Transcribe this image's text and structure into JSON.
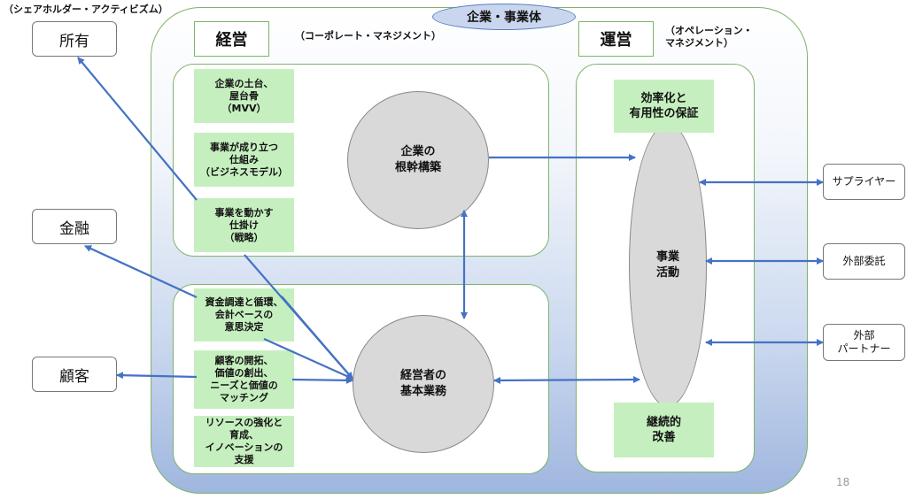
{
  "top_left_label": "（シェアホルダー・アクティビズム）",
  "enterprise_label": "企業・事業体",
  "management": {
    "header": "経営",
    "subtitle": "（コーポレート・マネジメント）",
    "boxes": [
      "企業の土台、\n屋台骨\n（MVV）",
      "事業が成り立つ\n仕組み\n（ビジネスモデル）",
      "事業を動かす\n仕掛け\n（戦略）",
      "資金調達と循環、\n会計ベースの\n意思決定",
      "顧客の開拓、\n価値の創出、\nニーズと価値の\nマッチング",
      "リソースの強化と\n育成、\nイノベーションの\n支援"
    ],
    "circle_top": "企業の\n根幹構築",
    "circle_bottom": "経営者の\n基本業務"
  },
  "operations": {
    "header": "運営",
    "subtitle": "（オペレーション・\nマネジメント）",
    "box_top": "効率化と\n有用性の保証",
    "box_bottom": "継続的\n改善",
    "ellipse": "事業\n活動"
  },
  "external_left": [
    "所有",
    "金融",
    "顧客"
  ],
  "external_right": [
    "サプライヤー",
    "外部委託",
    "外部\nパートナー"
  ],
  "page_number": "18",
  "colors": {
    "arrow": "#4472c4",
    "green_fill": "#c6efbf",
    "green_border": "#7fb36b",
    "circle_fill": "#d9d9d9"
  }
}
